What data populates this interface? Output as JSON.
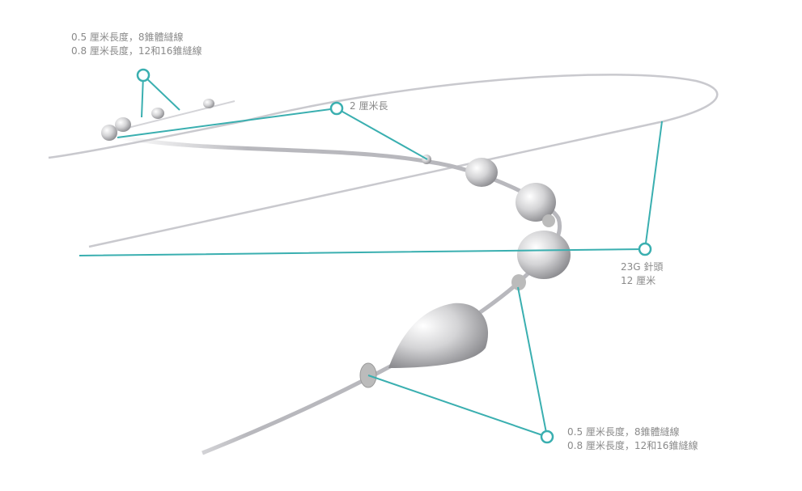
{
  "accent_color": "#3aafb0",
  "callouts": {
    "top_left": {
      "line1": "0.5 厘米長度，8錐體縫線",
      "line2": "0.8 厘米長度，12和16錐縫線"
    },
    "middle": {
      "line1": "2 厘米長"
    },
    "needle": {
      "line1": "23G 針頭",
      "line2": "12 厘米"
    },
    "bottom_right": {
      "line1": "0.5 厘米長度，8錐體縫線",
      "line2": "0.8 厘米長度，12和16錐縫線"
    }
  }
}
